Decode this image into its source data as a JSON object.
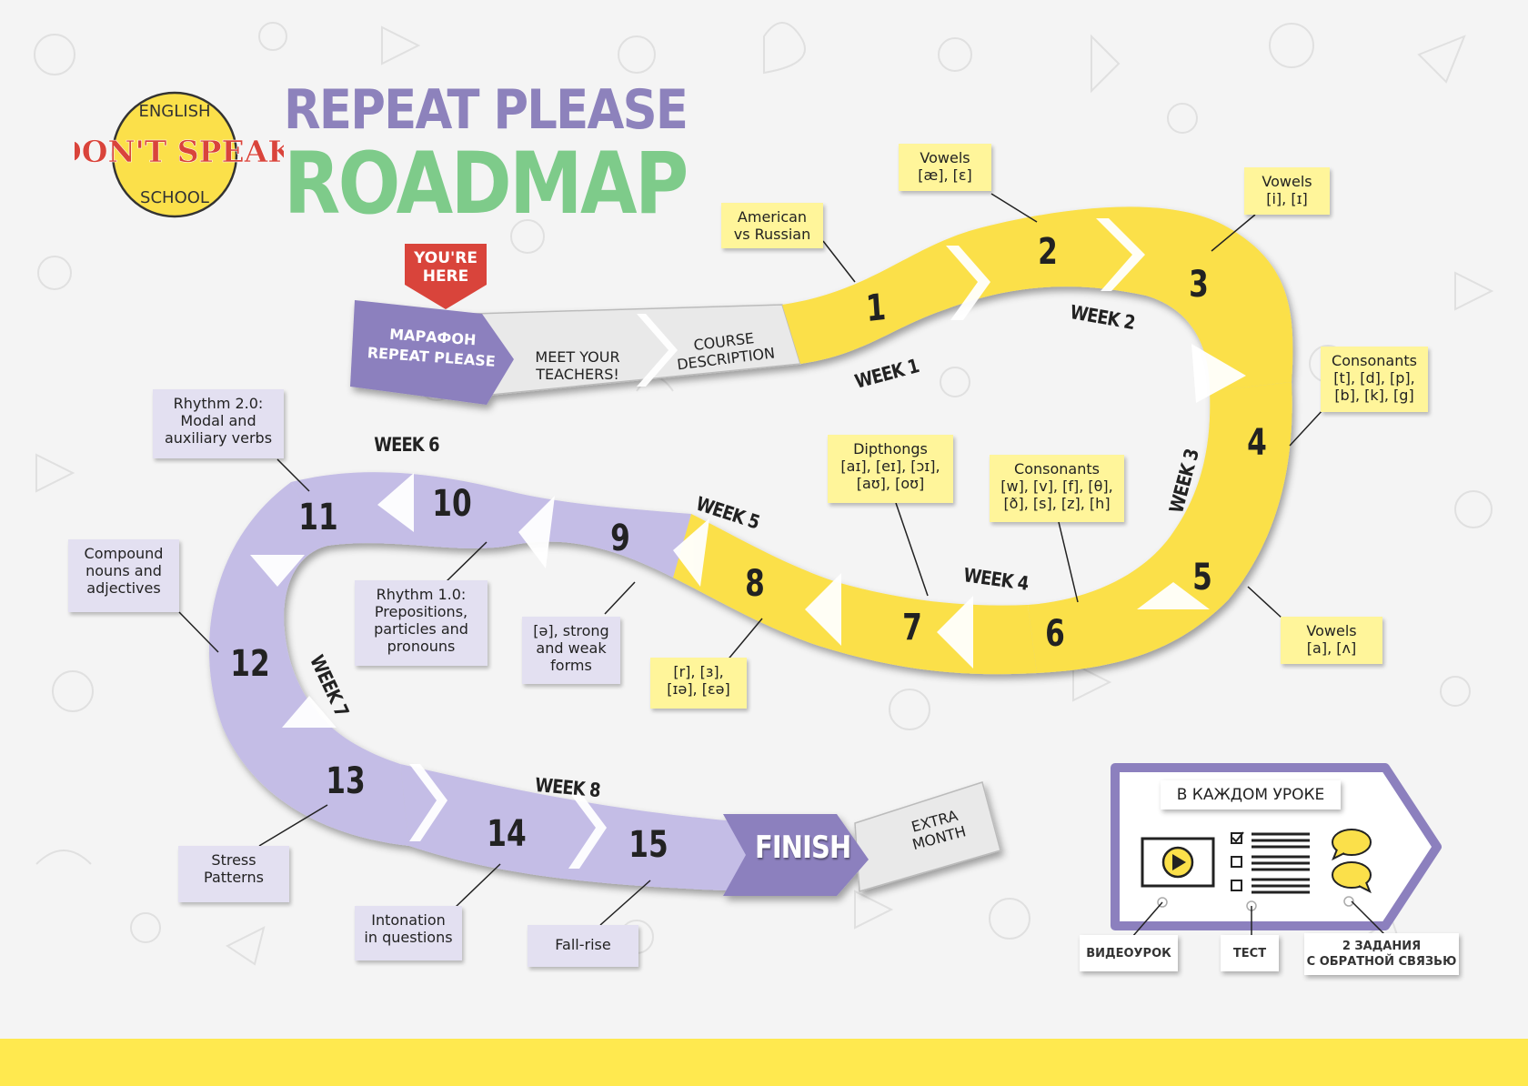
{
  "logo": {
    "top_text": "ENGLISH",
    "main_text": "DON'T SPEAK",
    "bottom_text": "SCHOOL"
  },
  "title": {
    "line1": "REPEAT PLEASE",
    "line2": "ROADMAP"
  },
  "start": {
    "badge": "YOU'RE\nHERE",
    "marathon": "МАРАФОН\nREPEAT PLEASE",
    "meet": "MEET YOUR\nTEACHERS!",
    "course": "COURSE\nDESCRIPTION"
  },
  "steps": [
    "1",
    "2",
    "3",
    "4",
    "5",
    "6",
    "7",
    "8",
    "9",
    "10",
    "11",
    "12",
    "13",
    "14",
    "15"
  ],
  "weeks": [
    "WEEK 1",
    "WEEK 2",
    "WEEK 3",
    "WEEK 4",
    "WEEK 5",
    "WEEK 6",
    "WEEK 7",
    "WEEK 8"
  ],
  "finish": "FINISH",
  "extra": "EXTRA\nMONTH",
  "callouts": {
    "c1": "American\nvs Russian",
    "c2": "Vowels\n[æ], [ɛ]",
    "c3": "Vowels\n[i], [ɪ]",
    "c4": "Consonants\n[t], [d], [p],\n[b], [k], [g]",
    "c5": "Vowels\n[a], [ʌ]",
    "c6": "Consonants\n[w], [v], [f], [θ],\n[ð], [s], [z], [h]",
    "c7": "Dipthongs\n[aɪ], [eɪ], [ɔɪ],\n[aʊ], [oʊ]",
    "c8": "[r], [ɜ],\n[ɪə], [ɛə]",
    "c9": "[ə], strong\nand weak\nforms",
    "c10": "Rhythm 1.0:\nPrepositions,\nparticles and\npronouns",
    "c11": "Rhythm 2.0:\nModal and\nauxiliary verbs",
    "c12": "Compound\nnouns and\nadjectives",
    "c13": "Stress\nPatterns",
    "c14": "Intonation\nin questions",
    "c15": "Fall-rise"
  },
  "legend": {
    "title": "В КАЖДОМ УРОКЕ",
    "video": "ВИДЕОУРОК",
    "test": "ТЕСТ",
    "tasks": "2 ЗАДАНИЯ\nС ОБРАТНОЙ СВЯЗЬЮ"
  },
  "colors": {
    "yellow": "#fbe04a",
    "purple": "#c4bde6",
    "purple_dark": "#8c80be",
    "gray_seg": "#e9e9e9",
    "title1": "#8d82bc",
    "title2": "#7ecb8a",
    "red": "#d9443b",
    "footer": "#ffe94f"
  }
}
